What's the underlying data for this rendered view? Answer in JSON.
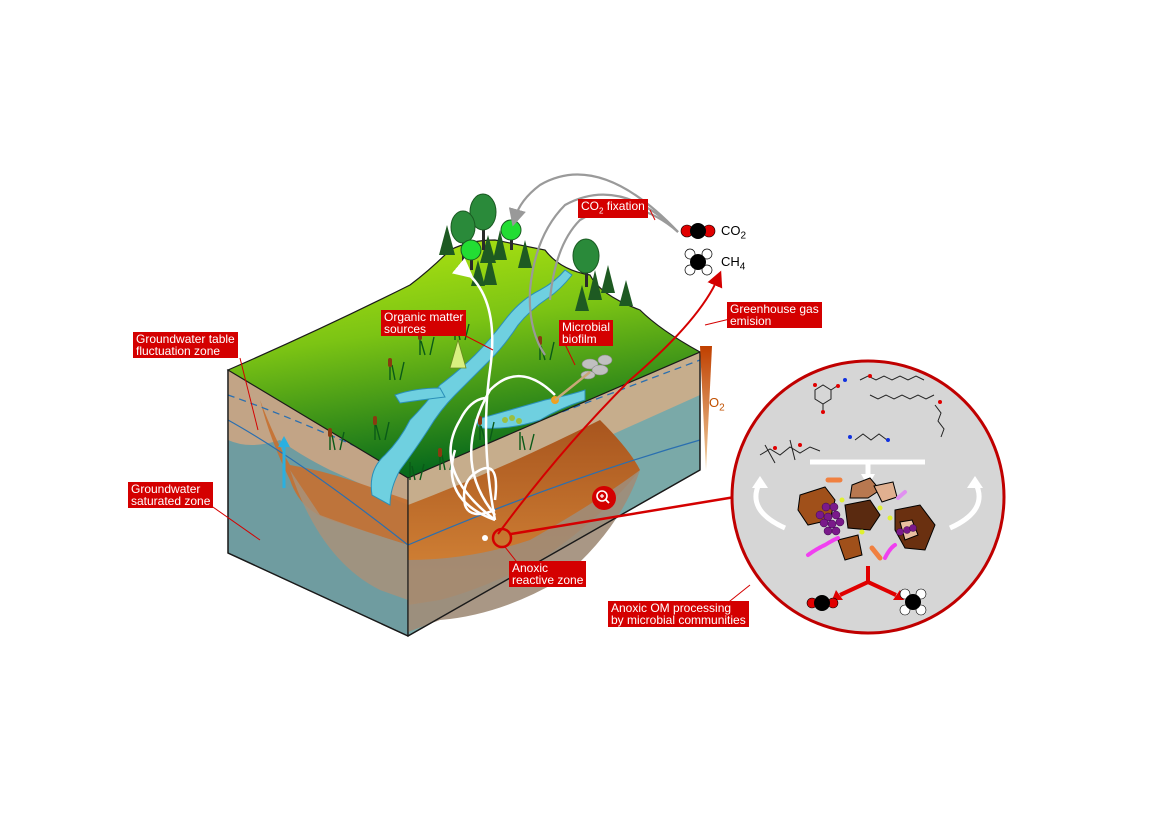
{
  "labels": {
    "co2_fixation": {
      "main": "CO",
      "sub": "2",
      "tail": " fixation"
    },
    "co2": {
      "main": "CO",
      "sub": "2"
    },
    "ch4": {
      "main": "CH",
      "sub": "4"
    },
    "organic_matter": [
      "Organic matter",
      "sources"
    ],
    "microbial_biofilm": [
      "Microbial",
      "biofilm"
    ],
    "greenhouse": [
      "Greenhouse gas",
      "emision"
    ],
    "gw_table": [
      "Groundwater table",
      "fluctuation zone"
    ],
    "gw_saturated": [
      "Groundwater",
      "saturated zone"
    ],
    "anoxic_zone": [
      "Anoxic",
      "reactive zone"
    ],
    "anoxic_om": [
      "Anoxic OM processing",
      "by microbial communities"
    ],
    "o2": {
      "main": "O",
      "sub": "2"
    }
  },
  "colors": {
    "accent_red": "#d40000",
    "grass_top": "#a8e010",
    "grass_dark": "#0f7a1a",
    "soil_orange": "#c9732a",
    "soil_tan": "#b39878",
    "water_teal": "#7aa9a8",
    "stream_blue": "#6fd0e0",
    "zoom_bg": "#d6d6d6"
  },
  "icons": [
    "zoom-icon",
    "co2-molecule-icon",
    "ch4-molecule-icon",
    "tree-icon",
    "conifer-icon",
    "reed-icon"
  ]
}
